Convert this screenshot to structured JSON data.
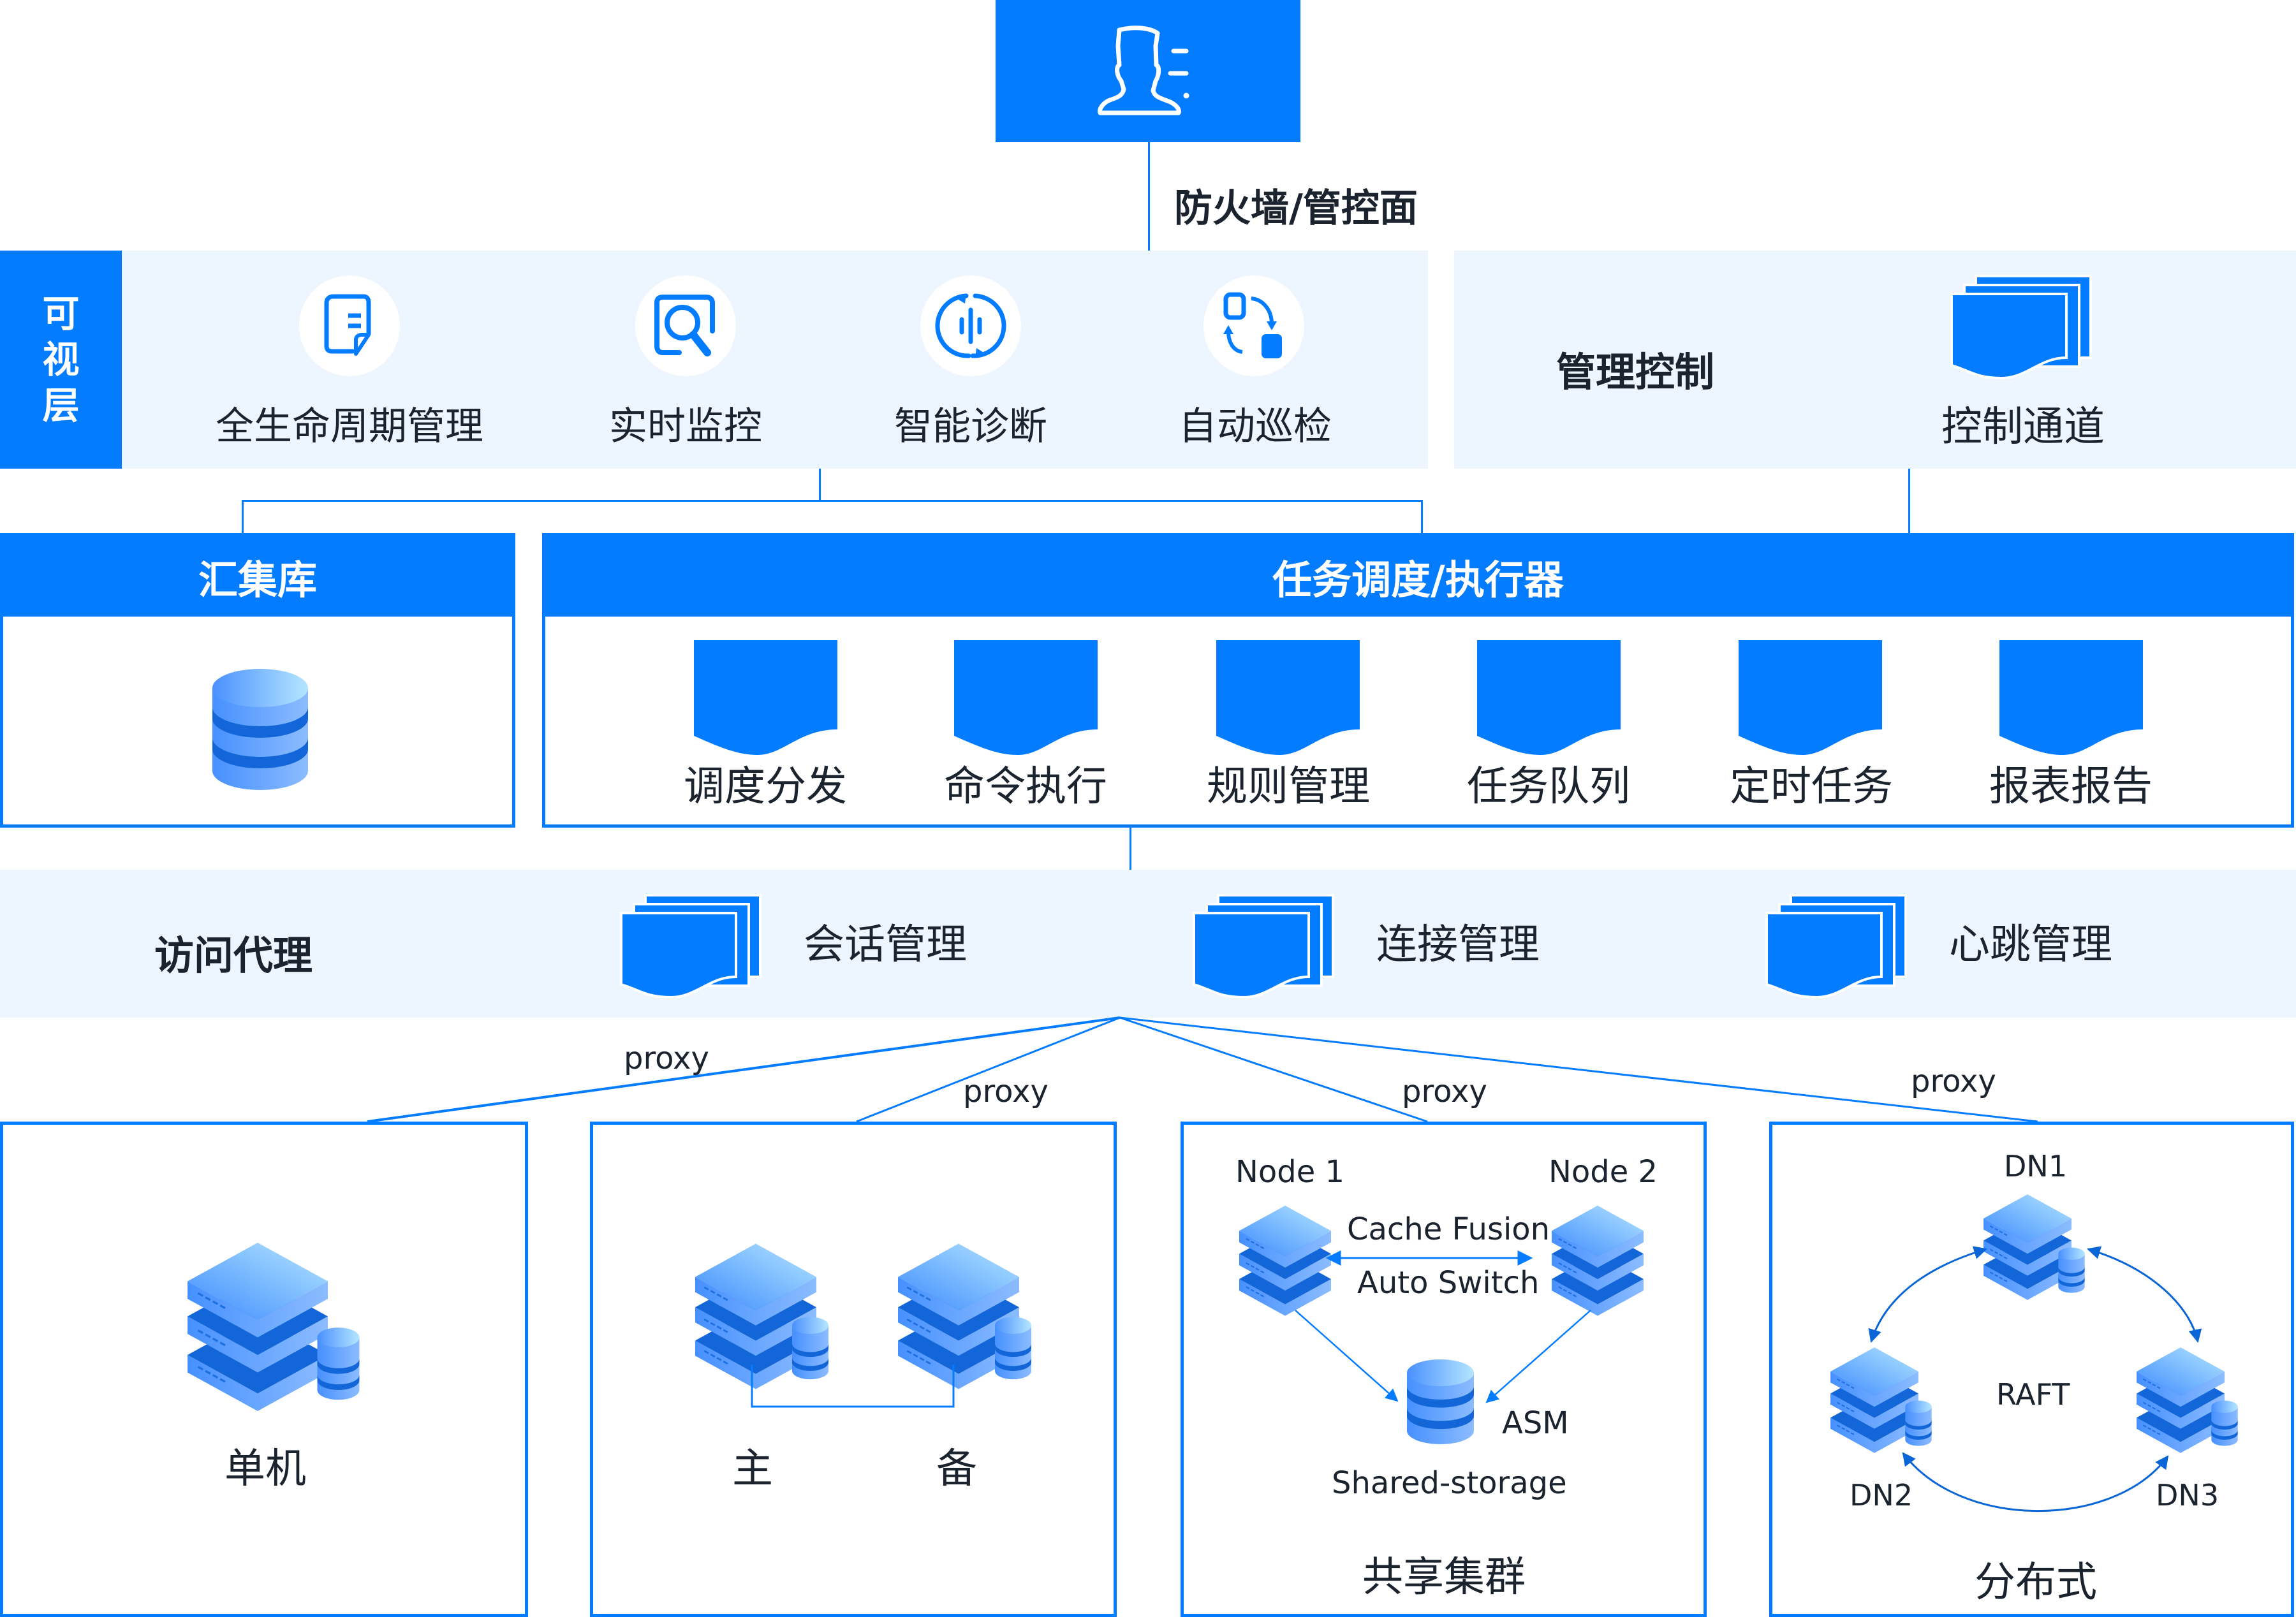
{
  "top": {
    "user_icon": "user-list-icon",
    "firewall_label": "防火墙/管控面"
  },
  "visual_layer": {
    "side_label": [
      "可",
      "视",
      "层"
    ],
    "items": [
      {
        "label": "全生命周期管理",
        "icon": "document-icon"
      },
      {
        "label": "实时监控",
        "icon": "monitor-search-icon"
      },
      {
        "label": "智能诊断",
        "icon": "diagnosis-cycle-icon"
      },
      {
        "label": "自动巡检",
        "icon": "auto-inspect-icon"
      }
    ]
  },
  "management": {
    "title": "管理控制",
    "channel_label": "控制通道",
    "channel_icon": "stacked-docs-icon"
  },
  "collector": {
    "title": "汇集库",
    "icon": "database-icon"
  },
  "scheduler": {
    "title": "任务调度/执行器",
    "items": [
      {
        "label": "调度分发"
      },
      {
        "label": "命令执行"
      },
      {
        "label": "规则管理"
      },
      {
        "label": "任务队列"
      },
      {
        "label": "定时任务"
      },
      {
        "label": "报表报告"
      }
    ]
  },
  "access_proxy": {
    "title": "访问代理",
    "items": [
      {
        "label": "会话管理"
      },
      {
        "label": "连接管理"
      },
      {
        "label": "心跳管理"
      }
    ]
  },
  "proxy_labels": [
    "proxy",
    "proxy",
    "proxy",
    "proxy"
  ],
  "deployments": {
    "single": {
      "label": "单机"
    },
    "primary_standby": {
      "primary": "主",
      "standby": "备"
    },
    "shared_cluster": {
      "label": "共享集群",
      "node1": "Node 1",
      "node2": "Node 2",
      "link_top": "Cache Fusion",
      "link_bottom": "Auto Switch",
      "asm": "ASM",
      "storage": "Shared-storage"
    },
    "distributed": {
      "label": "分布式",
      "dn1": "DN1",
      "dn2": "DN2",
      "dn3": "DN3",
      "protocol": "RAFT"
    }
  },
  "colors": {
    "primary": "#047cff",
    "band": "#edf5fe",
    "text": "#1a232e"
  }
}
